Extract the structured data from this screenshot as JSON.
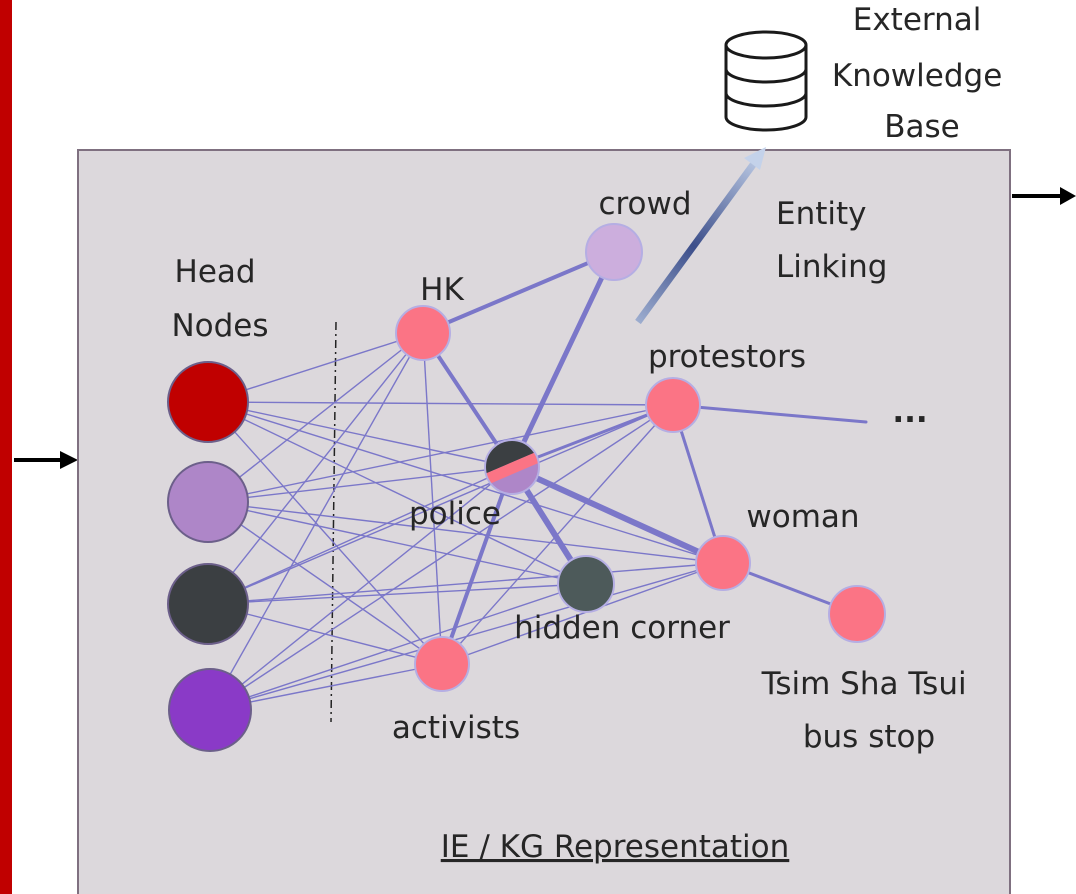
{
  "colors": {
    "panel_fill": "#dcd8dc",
    "panel_stroke": "#7f7080",
    "edge": "#7b77c9",
    "entity_pink": "#fb7485",
    "node_stroke": "#b5aee3",
    "red_bar": "#c00000",
    "head_red": "#c00000",
    "head_lilac": "#ae86c8",
    "head_charcoal": "#3b3f42",
    "head_purple": "#8a3ac7",
    "crowd": "#ccaedd",
    "hidden": "#4d5a5a"
  },
  "labels": {
    "external_kb": [
      "External",
      "Knowledge",
      "Base"
    ],
    "entity_linking": [
      "Entity",
      "Linking"
    ],
    "head_nodes": [
      "Head",
      "Nodes"
    ],
    "hk": "HK",
    "crowd": "crowd",
    "protestors": "protestors",
    "ellipsis": "...",
    "police": "police",
    "woman": "woman",
    "hidden_corner": "hidden corner",
    "activists": "activists",
    "tsim_sha_tsui": [
      "Tsim Sha Tsui",
      "bus stop"
    ],
    "panel_title": "IE / KG Representation"
  },
  "icons": {
    "database": "database-icon",
    "input_arrow": "arrow-right-icon",
    "output_arrow": "arrow-right-icon"
  }
}
